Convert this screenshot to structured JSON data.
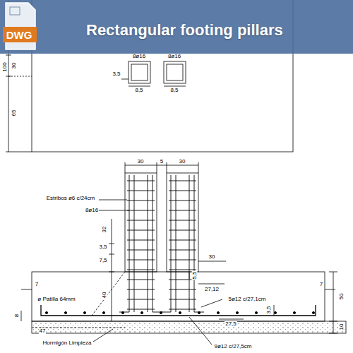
{
  "diagram": {
    "title": "Rectangular footing pillars",
    "labels": [
      "DWG",
      "8ø16",
      "8ø16",
      "100",
      "30",
      "65",
      "3,5",
      "8,5",
      "8,5",
      "30",
      "5",
      "30",
      "Estribos ø6 c/24cm",
      "8ø16",
      "32",
      "3,5",
      "7,5",
      "40",
      "30",
      "5,5",
      "27,12",
      "5ø12 c/27,1cm",
      "7",
      "7",
      "50",
      "ø Patilla 64mm",
      "8",
      "27,5",
      "3,5",
      "47",
      "10",
      "Hormigón Limpieza",
      "9ø12 c/27,5cm"
    ]
  }
}
